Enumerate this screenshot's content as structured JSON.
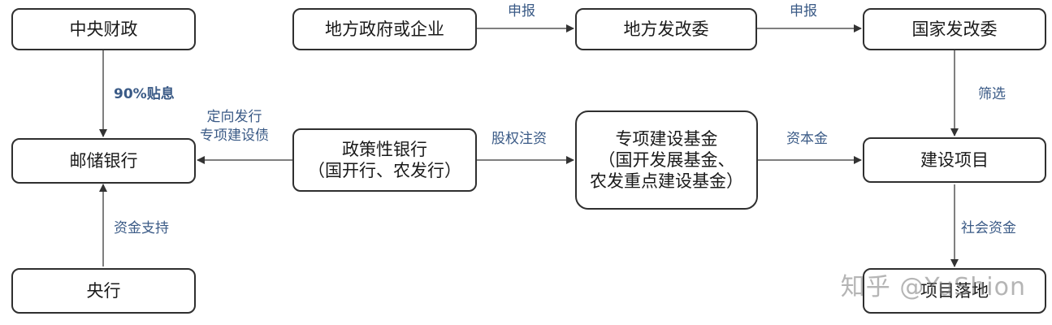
{
  "nodes": {
    "central_finance": "中央财政",
    "postal_bank": "邮储银行",
    "central_bank": "央行",
    "local_gov": "地方政府或企业",
    "local_ndrc": "地方发改委",
    "national_ndrc": "国家发改委",
    "policy_bank": [
      "政策性银行",
      "（国开行、农发行）"
    ],
    "special_fund": [
      "专项建设基金",
      "（国开发展基金、",
      "农发重点建设基金）"
    ],
    "construction_project": "建设项目",
    "project_landing": "项目落地"
  },
  "edges": {
    "subsidy": "90%贴息",
    "capital_support": "资金支持",
    "declare_1": "申报",
    "declare_2": "申报",
    "screening": "筛选",
    "targeted_bonds": [
      "定向发行",
      "专项建设债"
    ],
    "equity_injection": "股权注资",
    "capital": "资本金",
    "social_capital": "社会资金"
  },
  "watermark": "知乎 @YuShion",
  "colors": {
    "label": "#3a5a86",
    "border": "#2f2f2f",
    "arrow": "#333333"
  }
}
